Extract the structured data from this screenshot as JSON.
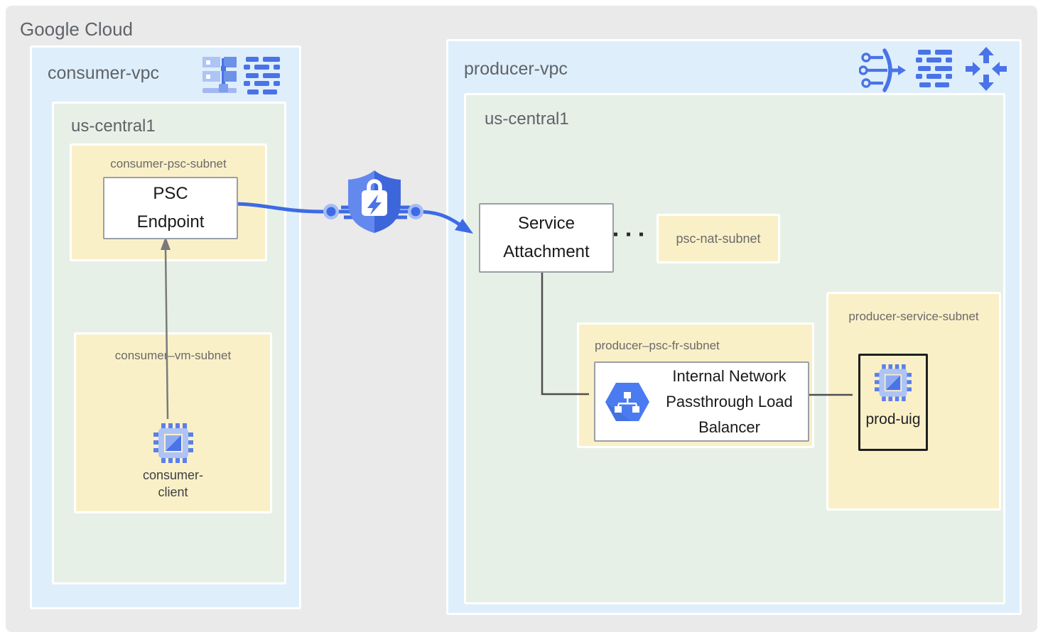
{
  "title": "Google Cloud",
  "colors": {
    "canvas_bg": "#EAEAEA",
    "vpc_bg": "#DEEFFB",
    "region_bg": "#E7F0E7",
    "subnet_bg": "#FAF0C8",
    "accent_blue": "#4A73E8",
    "flow_blue": "#3D6BE5",
    "label_gray": "#5F6368",
    "subnet_label_gray": "#6A6A6A",
    "connector_gray": "#757575"
  },
  "consumer_vpc": {
    "label": "consumer-vpc",
    "icons": [
      "network-servers-icon",
      "routes-icon"
    ],
    "region": {
      "label": "us-central1",
      "psc_subnet": {
        "label": "consumer-psc-subnet",
        "endpoint": {
          "lines": [
            "PSC",
            "Endpoint"
          ]
        }
      },
      "vm_subnet": {
        "label": "consumer–vm-subnet",
        "client": {
          "icon": "compute-vm-icon",
          "lines": [
            "consumer-",
            "client"
          ]
        }
      }
    }
  },
  "connection": {
    "icon": "psc-shield-lock-icon"
  },
  "producer_vpc": {
    "label": "producer-vpc",
    "icons": [
      "service-funnel-icon",
      "routes-icon",
      "load-balancing-icon"
    ],
    "region": {
      "label": "us-central1",
      "service_attachment": {
        "lines": [
          "Service",
          "Attachment"
        ]
      },
      "nat_subnet": {
        "label": "psc-nat-subnet"
      },
      "fr_subnet": {
        "label": "producer–psc-fr-subnet",
        "load_balancer": {
          "icon": "load-balancer-hexagon-icon",
          "lines": [
            "Internal Network",
            "Passthrough Load",
            "Balancer"
          ]
        }
      },
      "service_subnet": {
        "label": "producer-service-subnet",
        "instance_group": {
          "icon": "compute-vm-icon",
          "label": "prod-uig"
        }
      }
    }
  }
}
